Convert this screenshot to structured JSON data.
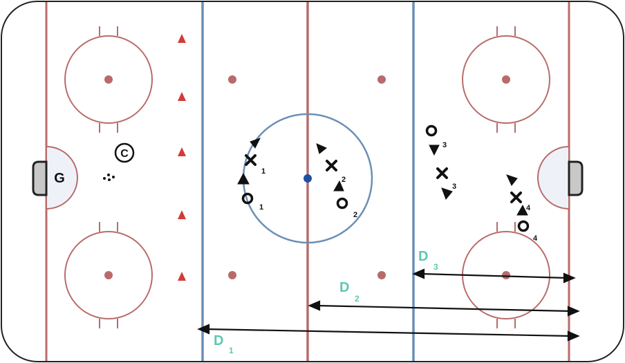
{
  "colors": {
    "board": "#222222",
    "red_line": "#b86b6b",
    "blue_line": "#6b8fb5",
    "center_dot": "#1f4fa3",
    "cone": "#d43a3a",
    "crease_fill": "#eef2f8",
    "goal_fill": "#c8c8c8",
    "distance_label": "#5fc7b0",
    "player": "#111111"
  },
  "goalie": {
    "label": "G"
  },
  "coach": {
    "label": "C"
  },
  "players": [
    {
      "index": "1"
    },
    {
      "index": "2"
    },
    {
      "index": "3"
    },
    {
      "index": "4"
    }
  ],
  "distances": [
    {
      "letter": "D",
      "index": "1"
    },
    {
      "letter": "D",
      "index": "2"
    },
    {
      "letter": "D",
      "index": "3"
    }
  ]
}
